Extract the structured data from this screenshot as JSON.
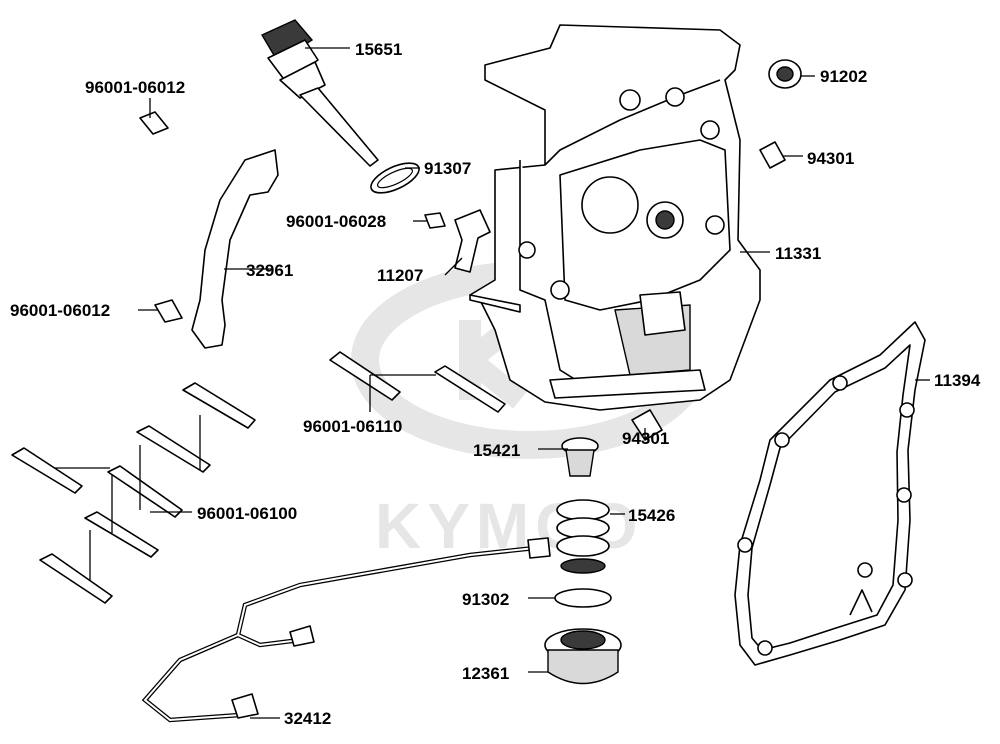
{
  "watermark": {
    "brand": "KYMCO"
  },
  "labels": {
    "p15651": "15651",
    "p96001_06012_top": "96001-06012",
    "p91307": "91307",
    "p96001_06028": "96001-06028",
    "p11207": "11207",
    "p32961": "32961",
    "p96001_06012_left": "96001-06012",
    "p96001_06110": "96001-06110",
    "p96001_06100": "96001-06100",
    "p91202": "91202",
    "p94301_top": "94301",
    "p11331": "11331",
    "p11394": "11394",
    "p15421": "15421",
    "p94301_mid": "94301",
    "p15426": "15426",
    "p91302": "91302",
    "p12361": "12361",
    "p32412": "32412"
  }
}
